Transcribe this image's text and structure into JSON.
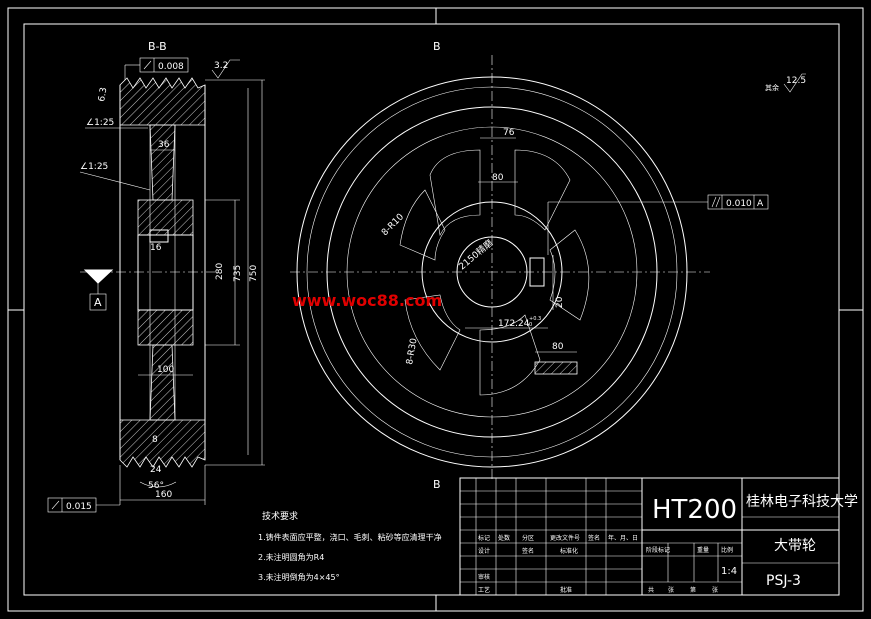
{
  "section_view": {
    "title": "B-B",
    "flatness_tol": "0.008",
    "roughness_top": "3.2",
    "roughness_side": "6.3",
    "taper_1": "∠1:25",
    "taper_2": "∠1:25",
    "dim_36": "36",
    "dim_16": "16",
    "dim_280": "280",
    "dim_735": "735",
    "dim_750": "750",
    "dim_100": "100",
    "dim_8": "8",
    "dim_24": "24",
    "dim_angle": "56°",
    "dim_160": "160",
    "bottom_tol": "0.015",
    "datum": "A"
  },
  "front_view": {
    "section_mark_top": "B",
    "section_mark_bottom": "B",
    "dim_76": "76",
    "dim_80_top": "80",
    "r_label_1": "8-R10",
    "r_label_2": "8-R30",
    "bore_label": "2150精磨",
    "dim_17224": "172.24",
    "dim_17224_tol_up": "+0.3",
    "dim_17224_tol_dn": "0",
    "dim_keyway": "20",
    "dim_80_right": "80",
    "parallel_tol": "0.010",
    "parallel_datum": "A",
    "roughness_other": "12.5",
    "roughness_other_label": "其余"
  },
  "watermark": "www.woc88.com",
  "tech": {
    "title": "技术要求",
    "items": [
      "1.铸件表面应平整，浇口、毛刺、粘砂等应清理干净",
      "2.未注明圆角为R4",
      "3.未注明倒角为4×45°"
    ]
  },
  "title_block": {
    "material": "HT200",
    "school": "桂林电子科技大学",
    "part_name": "大带轮",
    "drawing_no": "PSJ-3",
    "scale": "1:4",
    "row_labels_1": [
      "标记",
      "处数",
      "分区",
      "更改文件号",
      "签名",
      "年、月、日"
    ],
    "row_labels_2": [
      "设计",
      "签名",
      "标准化"
    ],
    "row_labels_3": [
      "审核"
    ],
    "row_labels_4": [
      "工艺",
      "批准"
    ],
    "stage_labels": [
      "阶段标记",
      "重量",
      "比例"
    ],
    "sheet_labels": [
      "共",
      "张",
      "第",
      "张"
    ]
  }
}
